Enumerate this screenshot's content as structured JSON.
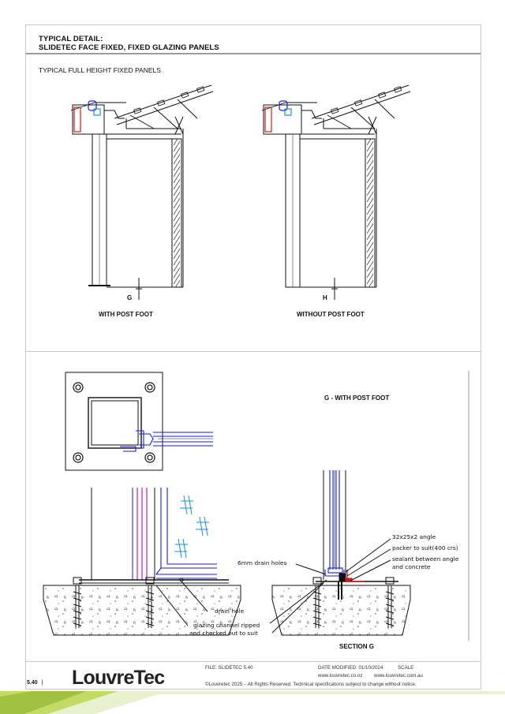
{
  "header": {
    "line1": "TYPICAL DETAIL:",
    "line2": "SLIDETEC FACE FIXED, FIXED GLAZING PANELS"
  },
  "subheading": "TYPICAL FULL HEIGHT FIXED PANELS",
  "elevations": {
    "left_marker": "G",
    "right_marker": "H",
    "left_caption": "WITH POST FOOT",
    "right_caption": "WITHOUT POST FOOT"
  },
  "detail": {
    "heading": "G - WITH POST FOOT",
    "section_caption": "SECTION G",
    "notes": {
      "angle": "32x25x2 angle",
      "packer": "packer to suit(400 crs)",
      "sealant_1": "sealant between angle",
      "sealant_2": "and concrete",
      "drain_holes": "6mm drain holes",
      "drain_hole": "drain hole",
      "channel_1": "glazing channel ripped",
      "channel_2": "and checked out to suit"
    }
  },
  "footer": {
    "page_number": "5.40",
    "separator": "|",
    "brand": "LouvreTec",
    "file": "FILE: SLIDETEC 5.40",
    "date_modified": "DATE MODIFIED: 01/10/2024",
    "scale": "SCALE",
    "website_nz": "www.louvretec.co.nz",
    "website_au": "www.louvretec.com.au",
    "copyright": "©Louvretec 2025 – All Rights Reserved. Technical specifications subject to change without notice."
  },
  "colors": {
    "blue": "#1a1adb",
    "magenta": "#c21ac2",
    "red": "#d01a1a",
    "cyan": "#1a8fd6",
    "green_band": "#a8c83c"
  }
}
